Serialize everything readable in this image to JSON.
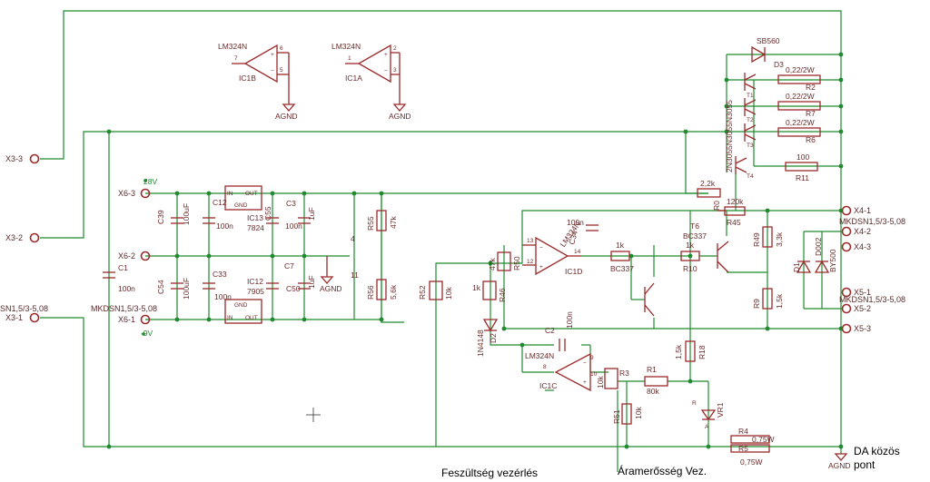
{
  "ic_labels": {
    "ic1b_type": "LM324N",
    "ic1b_name": "IC1B",
    "ic1b_pins": [
      "7",
      "6",
      "5"
    ],
    "ic1a_type": "LM324N",
    "ic1a_name": "IC1A",
    "ic1a_pins": [
      "1",
      "2",
      "3"
    ],
    "ic1d_type": "LM324N",
    "ic1d_name": "IC1D",
    "ic1d_pins": [
      "13",
      "12",
      "14"
    ],
    "ic1c_type": "LM324N",
    "ic1c_name": "IC1C",
    "ic1c_pins": [
      "9",
      "8",
      "10"
    ],
    "ic13_name": "IC13",
    "ic13_type": "7824",
    "ic12_name": "IC12",
    "ic12_type": "7905",
    "reg_in": "IN",
    "reg_out": "OUT",
    "reg_gnd": "GND",
    "supply_pin_4": "4",
    "supply_pin_11": "11"
  },
  "grounds": {
    "agnd": "AGND"
  },
  "rails": {
    "plus28": "28V",
    "minus9": "-9V"
  },
  "connectors": {
    "x3_3": "X3-3",
    "x3_2": "X3-2",
    "x3_1": "X3-1",
    "x6_3": "X6-3",
    "x6_2": "X6-2",
    "x6_1": "X6-1",
    "x4_1": "X4-1",
    "x4_2": "X4-2",
    "x4_3": "X4-3",
    "x5_1": "X5-1",
    "x5_2": "X5-2",
    "x5_3": "X5-3",
    "mk_left_top": "SN1,5/3-5,08",
    "mk_left": "MKDSN1,5/3-5,08",
    "mk_right": "MKDSN1,5/3-5,08",
    "mk_right2": "MKDSN1,5/3-5,08"
  },
  "components": {
    "d3": "D3",
    "d3_type": "SB560",
    "r2": "R2",
    "r2_val": "0,22/2W",
    "r7": "R7",
    "r7_val": "0,22/2W",
    "r6": "R6",
    "r6_val": "0,22/2W",
    "r11": "R11",
    "r11_val": "100",
    "t_stack": "2N3055N3055N3055",
    "t1": "T1",
    "t2": "T2",
    "t3": "T3",
    "t4": "T4",
    "r_22k": "2,2k",
    "r_120k": "120k",
    "r45": "R45",
    "r0": "R0",
    "t6": "T6",
    "t6_type": "BC337",
    "t5_type": "BC337",
    "r10": "R10",
    "r_1k": "1k",
    "r49": "R49",
    "r49_val": "3,3k",
    "r9": "R9",
    "r9_val": "1,5k",
    "d1": "D1",
    "d2b": "D002",
    "d_type": "BY500",
    "c39": "C39",
    "c39_val": "100uF",
    "c12": "C12",
    "c12_val": "100n",
    "c3": "C3",
    "c_55": "C55",
    "c_100n": "100n",
    "c_1u": "1uF",
    "c54": "C54",
    "c54_val": "100uF",
    "c33": "C33",
    "c33_val": "100n",
    "c7": "C7",
    "c_50": "C50",
    "c1": "C1",
    "c1_val": "100n",
    "r55": "R55",
    "r55_val": "47k",
    "r56": "R56",
    "r56_val": "5,6k",
    "r52": "R52",
    "r52_val": "10k",
    "r46": "R46",
    "r46_val": "1k",
    "r50": "R50",
    "r50_val": "47k",
    "c34": "C34",
    "c34_val": "100n",
    "d2": "D2",
    "d2_type": "1N4148",
    "c2": "C2",
    "c2_val": "100n",
    "r3": "R3",
    "r3_val": "10k",
    "r51": "R51",
    "r51_val": "10k",
    "r1": "R1",
    "r1_val": "80k",
    "r18": "R18",
    "r18_val": "1,5k",
    "vr1": "VR1",
    "r4": "R4",
    "r4_val": "0,75W",
    "r5": "R5",
    "r5_val": "0,75W",
    "ref_a": "A",
    "ref_r": "R"
  },
  "notes": {
    "voltage": "Feszültség vezérlés",
    "current": "Áramerősség Vez.",
    "da_line1": "DA közös",
    "da_line2": "pont"
  }
}
